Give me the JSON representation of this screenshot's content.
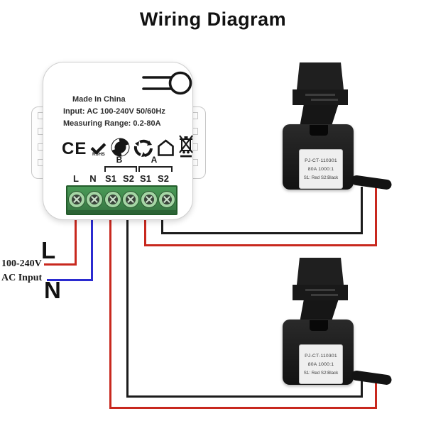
{
  "title": "Wiring Diagram",
  "device": {
    "made_in": "Made In China",
    "input_spec": "Input: AC 100-240V 50/60Hz",
    "measuring_range": "Measuring Range: 0.2-80A",
    "ce_mark": "CE",
    "rohs": "RoHS",
    "cert_icons": [
      "ce-mark-icon",
      "rohs-check-icon",
      "green-dot-icon",
      "recycle-icon",
      "house-icon",
      "weee-bin-icon"
    ],
    "group_b_label": "B",
    "group_a_label": "A",
    "terminals": [
      "L",
      "N",
      "S1",
      "S2",
      "S1",
      "S2"
    ]
  },
  "ac_input": {
    "voltage": "100-240V",
    "caption": "AC Input",
    "live_label": "L",
    "neutral_label": "N"
  },
  "clamps": [
    {
      "model": "PJ-CT-110301",
      "rating": "80A 1000:1",
      "wire_key": "S1: Red  S2:Black"
    },
    {
      "model": "PJ-CT-110301",
      "rating": "80A 1000:1",
      "wire_key": "S1: Red  S2:Black"
    }
  ],
  "colors": {
    "live_wire": "#c8281e",
    "neutral_wire": "#2b2bd0",
    "ct_red_wire": "#c8281e",
    "ct_black_wire": "#1c1c1c",
    "terminal_green": "#3f8a4c"
  }
}
